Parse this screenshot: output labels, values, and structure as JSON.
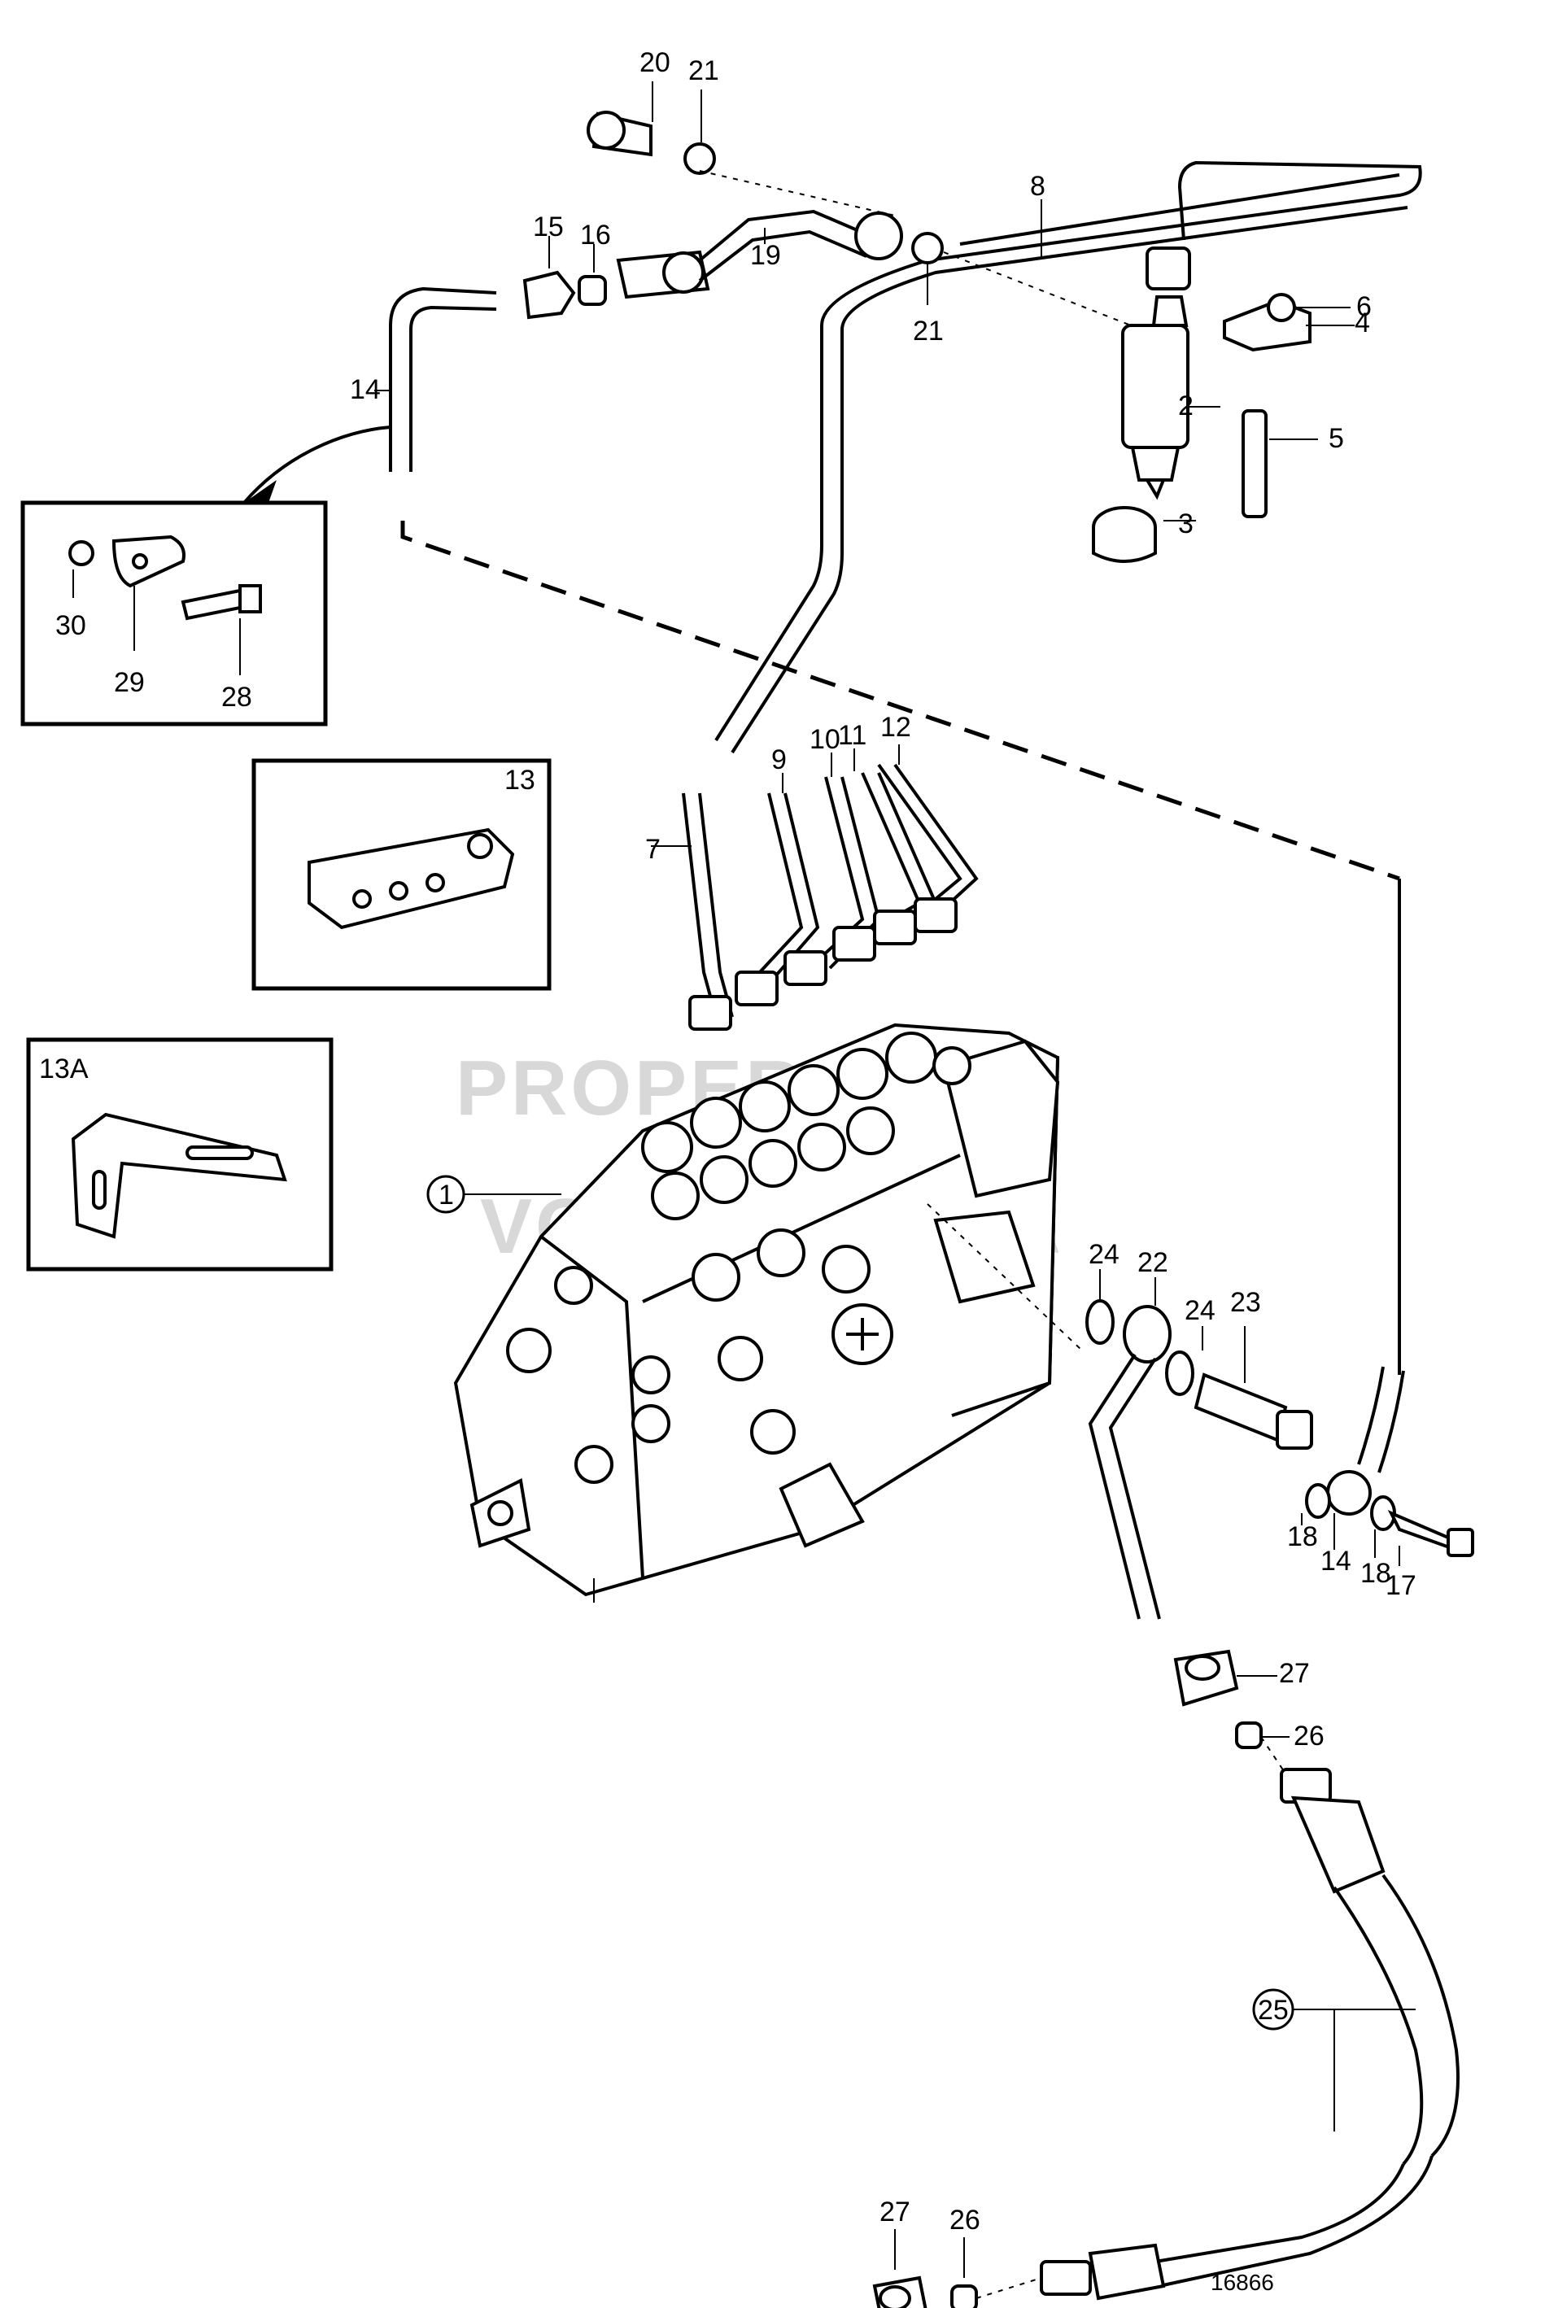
{
  "labels": {
    "p1": "1",
    "p2": "2",
    "p3": "3",
    "p4": "4",
    "p5": "5",
    "p6": "6",
    "p7": "7",
    "p8": "8",
    "p9": "9",
    "p10": "10",
    "p11": "11",
    "p12": "12",
    "p13": "13",
    "p13a": "13A",
    "p14a": "14",
    "p14b": "14",
    "p15": "15",
    "p16": "16",
    "p17": "17",
    "p18a": "18",
    "p18b": "18",
    "p19": "19",
    "p20": "20",
    "p21a": "21",
    "p21b": "21",
    "p22": "22",
    "p23": "23",
    "p24a": "24",
    "p24b": "24",
    "p25": "25",
    "p26a": "26",
    "p26b": "26",
    "p27a": "27",
    "p27b": "27",
    "p28": "28",
    "p29": "29",
    "p30": "30"
  },
  "watermark": {
    "line1": "PROPERTY OF",
    "line2": "VOLVO PENTA"
  },
  "drawing_number": "16866"
}
